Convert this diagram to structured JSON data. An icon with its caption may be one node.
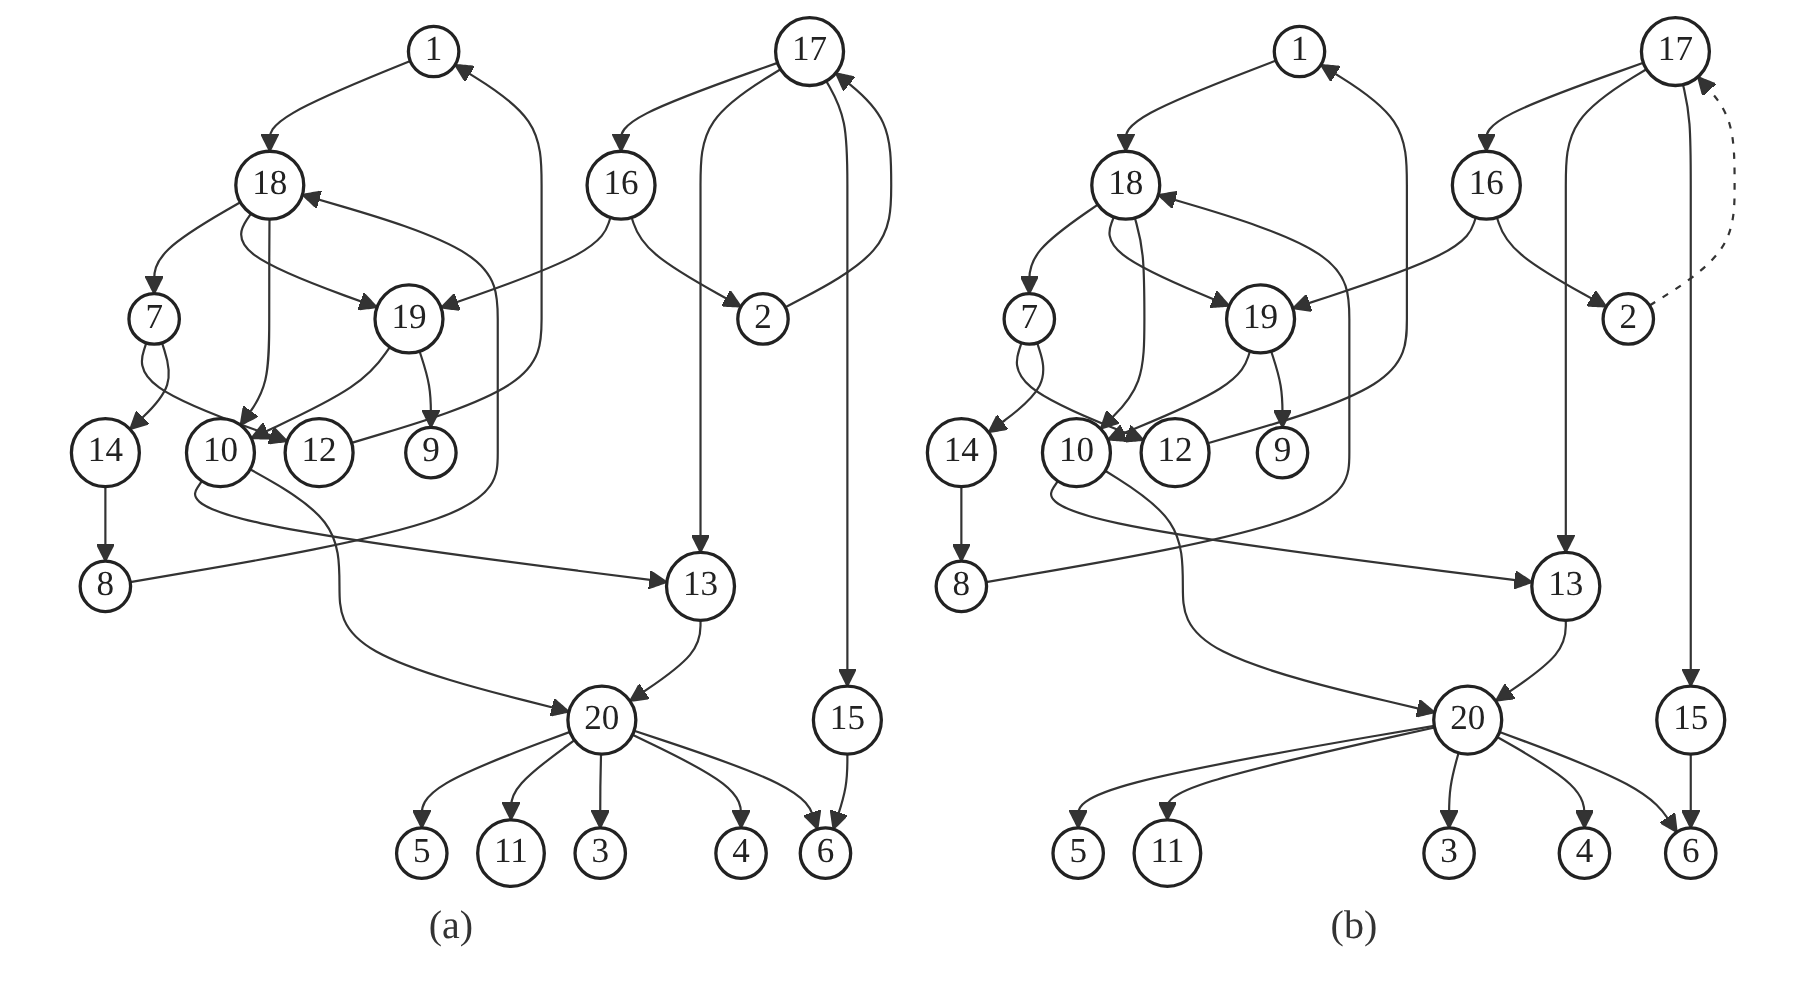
{
  "diagram": {
    "nodes": [
      {
        "text": [
          "1"
        ]
      },
      {
        "text": [
          "17"
        ]
      },
      {
        "text": [
          "18"
        ]
      },
      {
        "text": [
          "16"
        ]
      },
      {
        "text": [
          "7"
        ]
      },
      {
        "text": [
          "19"
        ]
      },
      {
        "text": [
          "2"
        ]
      },
      {
        "text": [
          "12"
        ]
      },
      {
        "text": [
          "14"
        ]
      },
      {
        "text": [
          "10"
        ]
      },
      {
        "text": [
          "9"
        ]
      },
      {
        "text": [
          "8"
        ]
      },
      {
        "text": [
          "13"
        ]
      },
      {
        "text": [
          "20"
        ]
      },
      {
        "text": [
          "15"
        ]
      },
      {
        "text": [
          "5"
        ]
      },
      {
        "text": [
          "11"
        ]
      },
      {
        "text": [
          "3"
        ]
      },
      {
        "text": [
          "4"
        ]
      },
      {
        "text": [
          "6"
        ]
      },
      {
        "text": [
          "1"
        ]
      },
      {
        "text": [
          "17"
        ]
      },
      {
        "text": [
          "18"
        ]
      },
      {
        "text": [
          "16"
        ]
      },
      {
        "text": [
          "7"
        ]
      },
      {
        "text": [
          "19"
        ]
      },
      {
        "text": [
          "2"
        ]
      },
      {
        "text": [
          "12"
        ]
      },
      {
        "text": [
          "14"
        ]
      },
      {
        "text": [
          "10"
        ]
      },
      {
        "text": [
          "9"
        ]
      },
      {
        "text": [
          "8"
        ]
      },
      {
        "text": [
          "13"
        ]
      },
      {
        "text": [
          "20"
        ]
      },
      {
        "text": [
          "15"
        ]
      },
      {
        "text": [
          "5"
        ]
      },
      {
        "text": [
          "11"
        ]
      },
      {
        "text": [
          "3"
        ]
      },
      {
        "text": [
          "4"
        ]
      },
      {
        "text": [
          "6"
        ]
      }
    ],
    "edges": [
      {
        "from": 0,
        "to": 2,
        "arrow": "to"
      },
      {
        "from": 7,
        "to": 0,
        "arrow": "to"
      },
      {
        "from": 2,
        "to": 4,
        "arrow": "to"
      },
      {
        "from": 2,
        "to": 5,
        "arrow": "to"
      },
      {
        "from": 2,
        "to": 9,
        "arrow": "to"
      },
      {
        "from": 11,
        "to": 2,
        "arrow": "to"
      },
      {
        "from": 4,
        "to": 7,
        "arrow": "to"
      },
      {
        "from": 4,
        "to": 8,
        "arrow": "to"
      },
      {
        "from": 8,
        "to": 11,
        "arrow": "to"
      },
      {
        "from": 1,
        "to": 3,
        "arrow": "to"
      },
      {
        "from": 6,
        "to": 1,
        "arrow": "to"
      },
      {
        "from": 1,
        "to": 12,
        "arrow": "to"
      },
      {
        "from": 1,
        "to": 14,
        "arrow": "to"
      },
      {
        "from": 3,
        "to": 5,
        "arrow": "to"
      },
      {
        "from": 3,
        "to": 6,
        "arrow": "to"
      },
      {
        "from": 5,
        "to": 9,
        "arrow": "to"
      },
      {
        "from": 5,
        "to": 10,
        "arrow": "to"
      },
      {
        "from": 9,
        "to": 12,
        "arrow": "to"
      },
      {
        "from": 9,
        "to": 13,
        "arrow": "to"
      },
      {
        "from": 12,
        "to": 13,
        "arrow": "to"
      },
      {
        "from": 13,
        "to": 15,
        "arrow": "to"
      },
      {
        "from": 13,
        "to": 16,
        "arrow": "to"
      },
      {
        "from": 13,
        "to": 17,
        "arrow": "to"
      },
      {
        "from": 13,
        "to": 18,
        "arrow": "to"
      },
      {
        "from": 13,
        "to": 19,
        "arrow": "to"
      },
      {
        "from": 14,
        "to": 19,
        "arrow": "to"
      },
      {
        "from": 20,
        "to": 22,
        "arrow": "to"
      },
      {
        "from": 27,
        "to": 20,
        "arrow": "to"
      },
      {
        "from": 22,
        "to": 24,
        "arrow": "to"
      },
      {
        "from": 22,
        "to": 25,
        "arrow": "to"
      },
      {
        "from": 22,
        "to": 29,
        "arrow": "to"
      },
      {
        "from": 31,
        "to": 22,
        "arrow": "to"
      },
      {
        "from": 24,
        "to": 27,
        "arrow": "to"
      },
      {
        "from": 24,
        "to": 28,
        "arrow": "to"
      },
      {
        "from": 28,
        "to": 31,
        "arrow": "to"
      },
      {
        "from": 21,
        "to": 23,
        "arrow": "to"
      },
      {
        "from": 26,
        "to": 21,
        "arrow": "to",
        "style": "dashed"
      },
      {
        "from": 21,
        "to": 32,
        "arrow": "to"
      },
      {
        "from": 21,
        "to": 34,
        "arrow": "to"
      },
      {
        "from": 23,
        "to": 25,
        "arrow": "to"
      },
      {
        "from": 23,
        "to": 26,
        "arrow": "to"
      },
      {
        "from": 25,
        "to": 29,
        "arrow": "to"
      },
      {
        "from": 25,
        "to": 30,
        "arrow": "to"
      },
      {
        "from": 29,
        "to": 32,
        "arrow": "to"
      },
      {
        "from": 29,
        "to": 33,
        "arrow": "to"
      },
      {
        "from": 32,
        "to": 33,
        "arrow": "to"
      },
      {
        "from": 33,
        "to": 35,
        "arrow": "to"
      },
      {
        "from": 33,
        "to": 36,
        "arrow": "to"
      },
      {
        "from": 33,
        "to": 37,
        "arrow": "to"
      },
      {
        "from": 33,
        "to": 38,
        "arrow": "to"
      },
      {
        "from": 33,
        "to": 39,
        "arrow": "to"
      },
      {
        "from": 34,
        "to": 39,
        "arrow": "to"
      }
    ],
    "labels": [
      "(a)",
      "(b)"
    ]
  }
}
